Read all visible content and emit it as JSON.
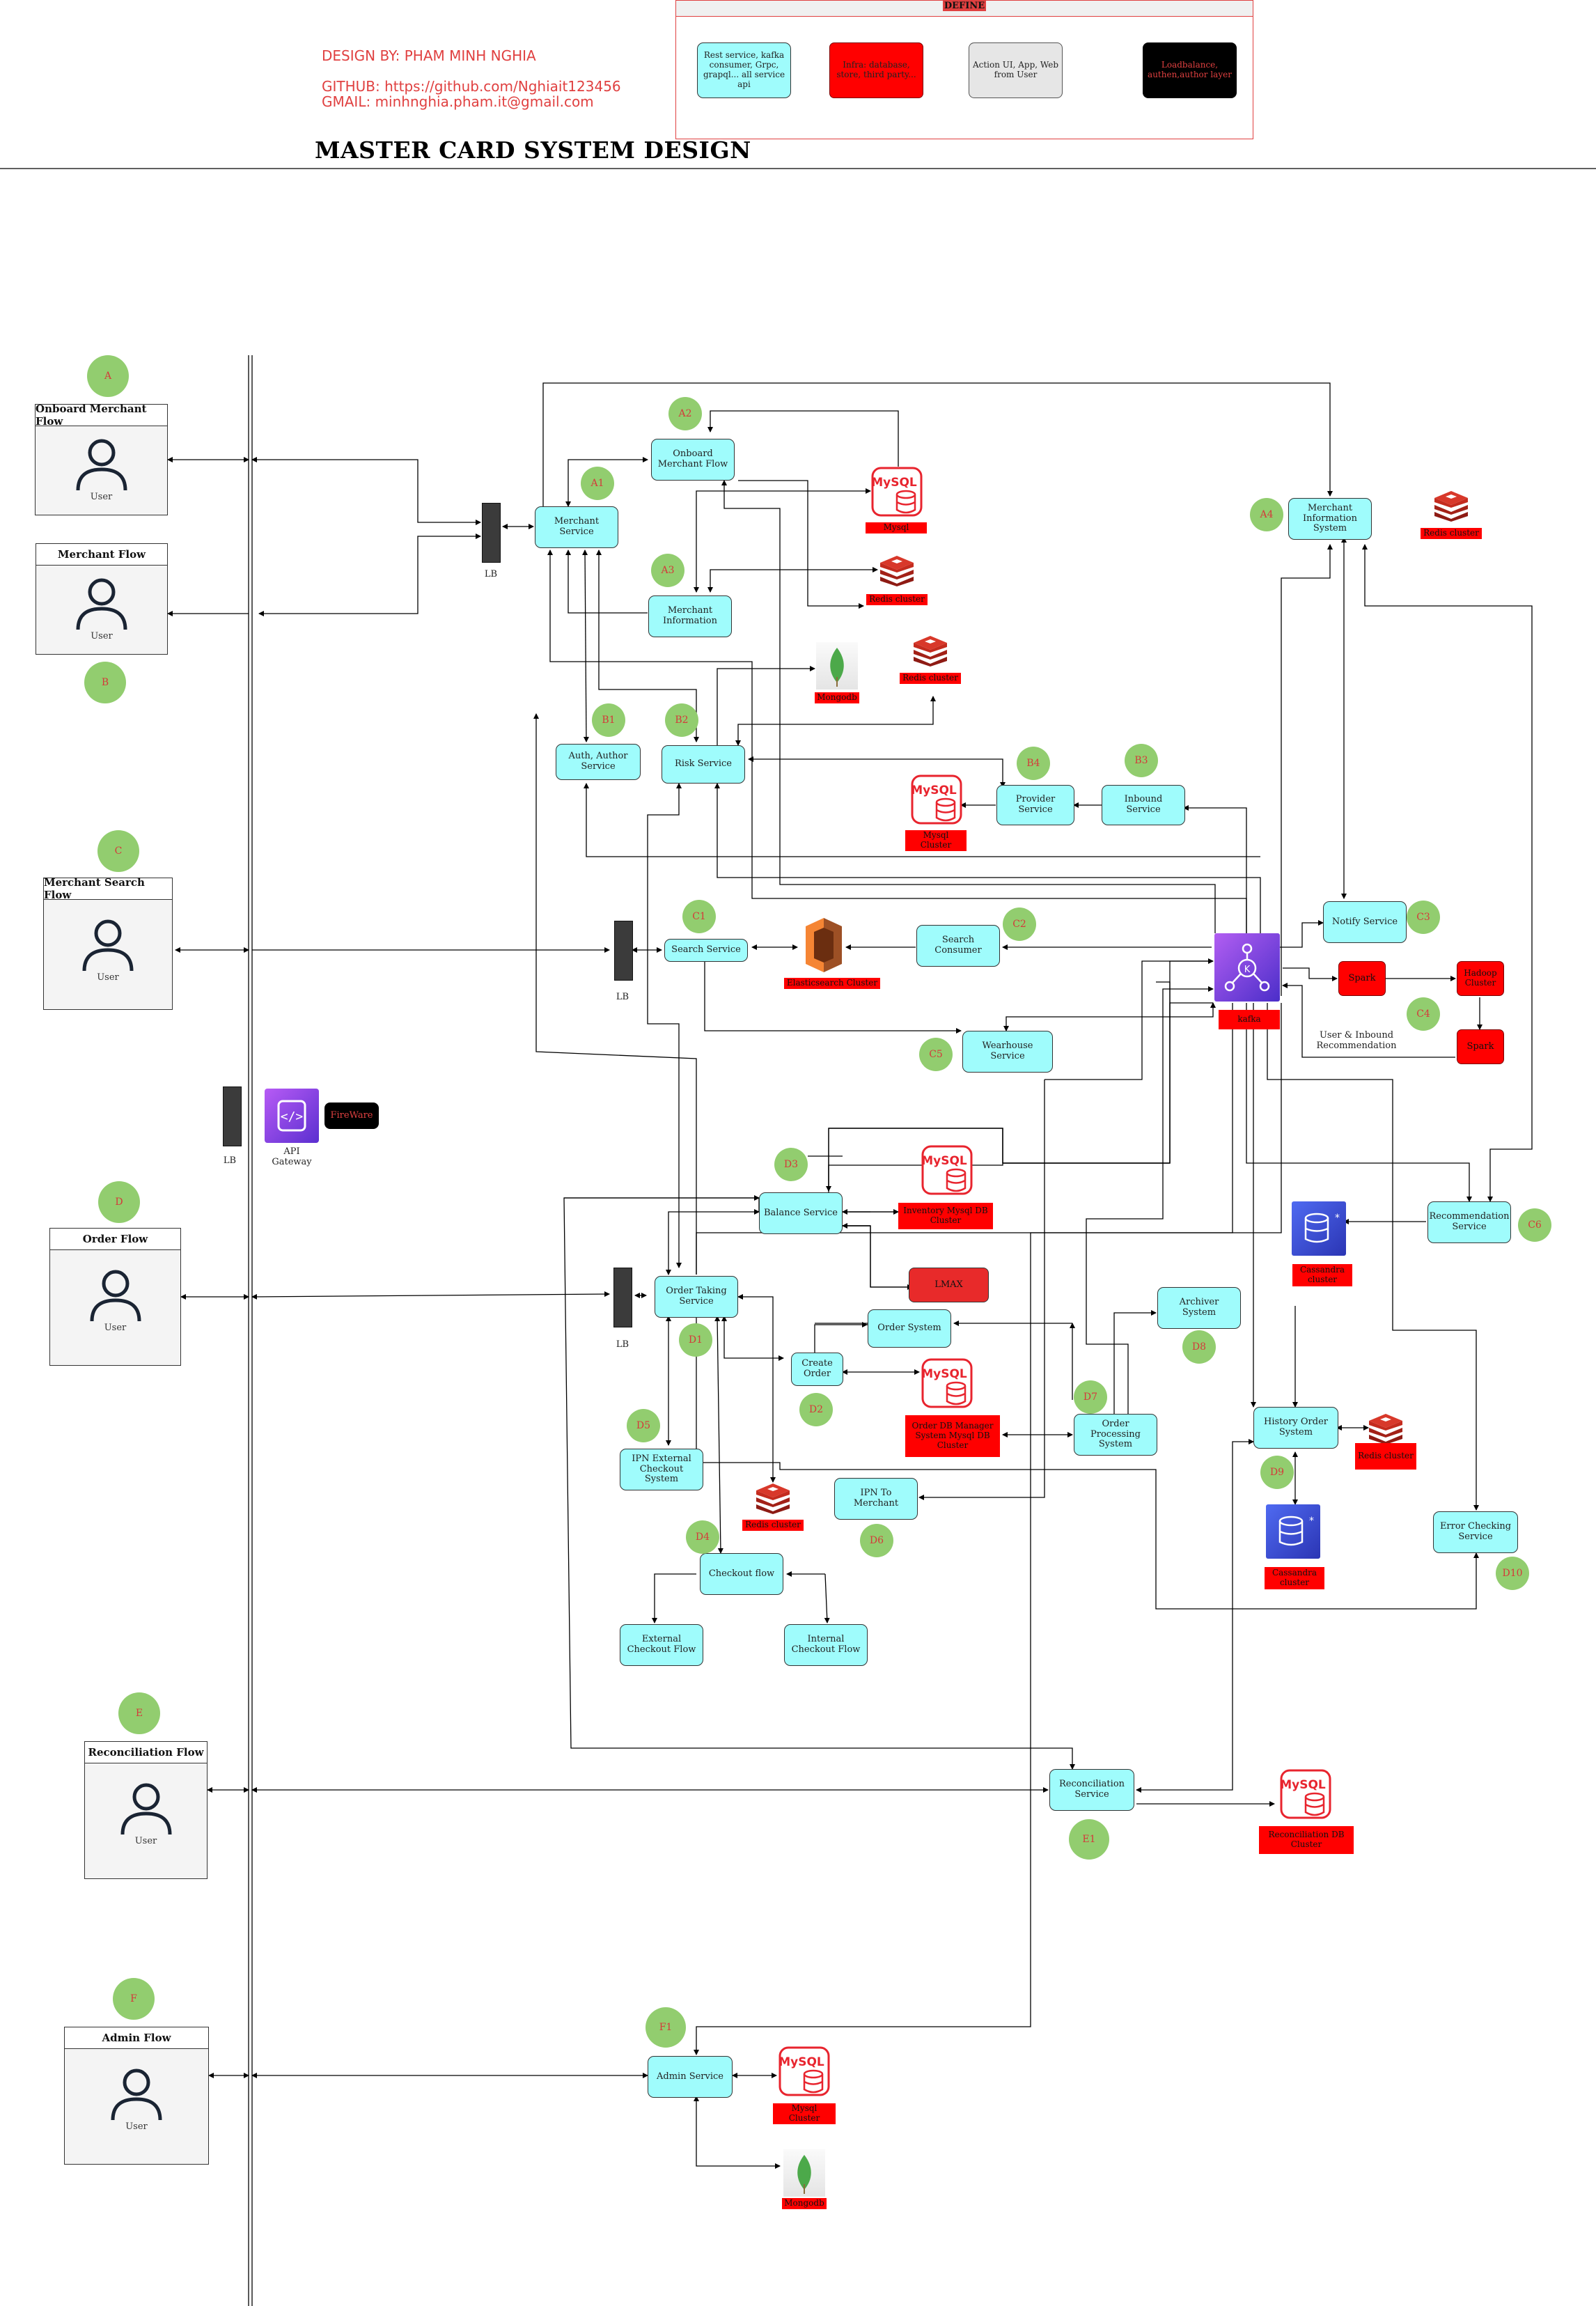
{
  "header": {
    "author": "DESIGN BY: PHAM MINH NGHIA",
    "github": "GITHUB: https://github.com/Nghiait123456",
    "gmail": "GMAIL: minhnghia.pham.it@gmail.com",
    "title": "MASTER CARD SYSTEM DESIGN"
  },
  "legend": {
    "title": "DEFINE",
    "items": [
      {
        "label": "Rest service, kafka consumer, Grpc, grapql... all service api"
      },
      {
        "label": "Infra: database, store, third party..."
      },
      {
        "label": "Action UI, App, Web from User"
      },
      {
        "label": "Loadbalance, authen,author layer"
      }
    ]
  },
  "flows": {
    "onboard": {
      "title": "Onboard Merchant Flow",
      "user": "User",
      "badge": "A"
    },
    "merchant": {
      "title": "Merchant  Flow",
      "user": "User",
      "badge": "B"
    },
    "search": {
      "title": "Merchant Search Flow",
      "user": "User",
      "badge": "C"
    },
    "order": {
      "title": "Order Flow",
      "user": "User",
      "badge": "D"
    },
    "recon": {
      "title": "Reconciliation Flow",
      "user": "User",
      "badge": "E"
    },
    "admin": {
      "title": "Admin Flow",
      "user": "User",
      "badge": "F"
    }
  },
  "lb_label": "LB",
  "gateway": {
    "label": "API\nGateway",
    "firewall": "FireWare"
  },
  "services": {
    "merchant_service": "Merchant Service",
    "onboard_merchant_flow": "Onboard Merchant Flow",
    "merchant_information": "Merchant Information",
    "merchant_information_system": "Merchant Information System",
    "auth_author": "Auth, Author Service",
    "risk": "Risk Service",
    "provider": "Provider Service",
    "inbound": "Inbound Service",
    "notify": "Notify Service",
    "search_service": "Search Service",
    "search_consumer": "Search Consumer",
    "wearhouse": "Wearhouse Service",
    "recommendation": "Recommendation Service",
    "balance": "Balance Service",
    "order_taking": "Order Taking Service",
    "order_system": "Order System",
    "create_order": "Create Order",
    "archiver": "Archiver System",
    "history_order": "History Order System",
    "order_processing": "Order Processing System",
    "ipn_external": "IPN External Checkout System",
    "ipn_merchant": "IPN To Merchant",
    "checkout": "Checkout flow",
    "external_checkout": "External Checkout Flow",
    "internal_checkout": "Internal Checkout Flow",
    "error_checking": "Error Checking Service",
    "reconciliation": "Reconciliation Service",
    "admin": "Admin Service"
  },
  "infra": {
    "mysql": "Mysql",
    "redis_cluster": "Redis cluster",
    "mongodb": "Mongodb",
    "mysql_cluster": "Mysql Cluster",
    "elasticsearch": "Elasticsearch Cluster",
    "kafka": "kafka",
    "spark": "Spark",
    "hadoop": "Hadoop Cluster",
    "inventory_db": "Inventory Mysql DB Cluster",
    "lmax": "LMAX",
    "order_db": "Order DB Manager System Mysql DB Cluster",
    "cassandra": "Cassandra cluster",
    "recon_db": "Reconciliation DB Cluster"
  },
  "labels": {
    "user_inbound": "User & Inbound\nRecommendation"
  },
  "badges": {
    "a1": "A1",
    "a2": "A2",
    "a3": "A3",
    "a4": "A4",
    "b1": "B1",
    "b2": "B2",
    "b3": "B3",
    "b4": "B4",
    "c1": "C1",
    "c2": "C2",
    "c3": "C3",
    "c4": "C4",
    "c5": "C5",
    "c6": "C6",
    "d1": "D1",
    "d2": "D2",
    "d3": "D3",
    "d4": "D4",
    "d5": "D5",
    "d6": "D6",
    "d7": "D7",
    "d8": "D8",
    "d9": "D9",
    "d10": "D10",
    "e1": "E1",
    "f1": "F1"
  },
  "colors": {
    "service": "#9ffcfc",
    "infra": "#ff0000",
    "badge": "#92cd6f",
    "badge_text": "#d43a3a",
    "lb": "#3b3b3b",
    "author": "#e04040"
  }
}
